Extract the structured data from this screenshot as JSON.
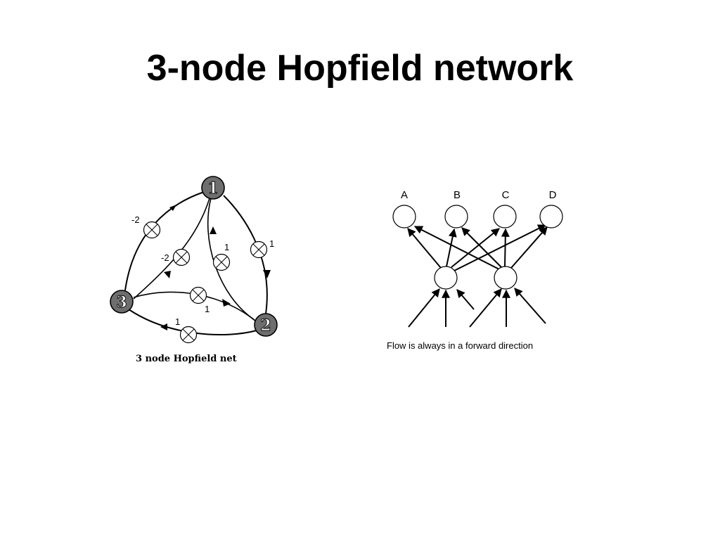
{
  "slide": {
    "title": "3-node Hopfield network"
  },
  "hopfield": {
    "nodes": [
      {
        "id": "1",
        "label": "1"
      },
      {
        "id": "2",
        "label": "2"
      },
      {
        "id": "3",
        "label": "3"
      }
    ],
    "weights": {
      "outer_1_3": "-2",
      "inner_3_1": "-2",
      "inner_2_1": "1",
      "outer_1_2": "1",
      "inner_3_2": "1",
      "outer_2_3": "1"
    },
    "caption": "3 node Hopfield net",
    "colors": {
      "node_fill": "#6e6e6e",
      "multiplier_fill": "#ffffff",
      "stroke": "#000000"
    }
  },
  "feedforward": {
    "output_labels": [
      "A",
      "B",
      "C",
      "D"
    ],
    "caption": "Flow is always in a forward direction"
  }
}
